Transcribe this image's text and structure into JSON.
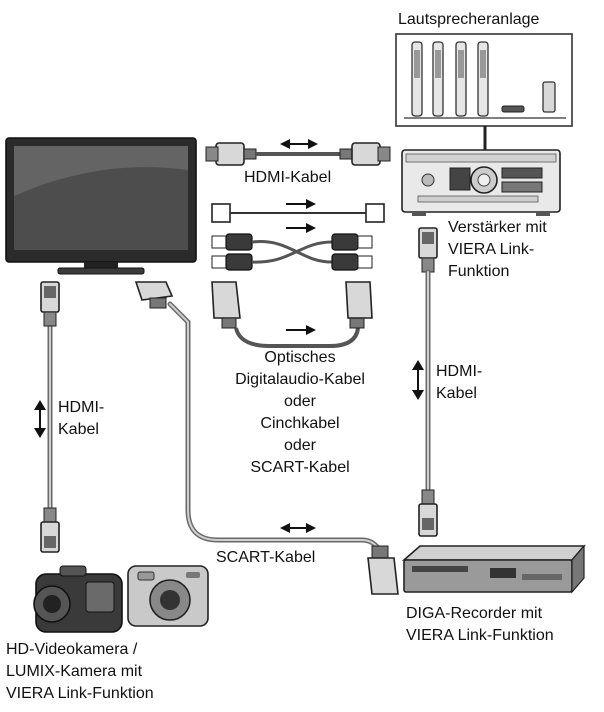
{
  "labels": {
    "speaker_system": "Lautsprecheranlage",
    "amplifier_line1": "Verstärker mit",
    "amplifier_line2": "VIERA Link-",
    "amplifier_line3": "Funktion",
    "hdmi_cable_top": "HDMI-Kabel",
    "hdmi_cable_left_1": "HDMI-",
    "hdmi_cable_left_2": "Kabel",
    "hdmi_cable_right_1": "HDMI-",
    "hdmi_cable_right_2": "Kabel",
    "alt_cables_1": "Optisches",
    "alt_cables_2": "Digitalaudio-Kabel",
    "alt_cables_3": "oder",
    "alt_cables_4": "Cinchkabel",
    "alt_cables_5": "oder",
    "alt_cables_6": "SCART-Kabel",
    "scart_cable": "SCART-Kabel",
    "recorder_line1": "DIGA-Recorder mit",
    "recorder_line2": "VIERA Link-Funktion",
    "camera_line1": "HD-Videokamera /",
    "camera_line2": "LUMIX-Kamera mit",
    "camera_line3": "VIERA Link-Funktion"
  },
  "icons": [
    "tv-icon",
    "speaker-system-icon",
    "amplifier-icon",
    "recorder-icon",
    "video-camera-icon",
    "photo-camera-icon",
    "hdmi-plug-icon",
    "scart-plug-icon",
    "optical-plug-icon",
    "cinch-plug-icon"
  ]
}
